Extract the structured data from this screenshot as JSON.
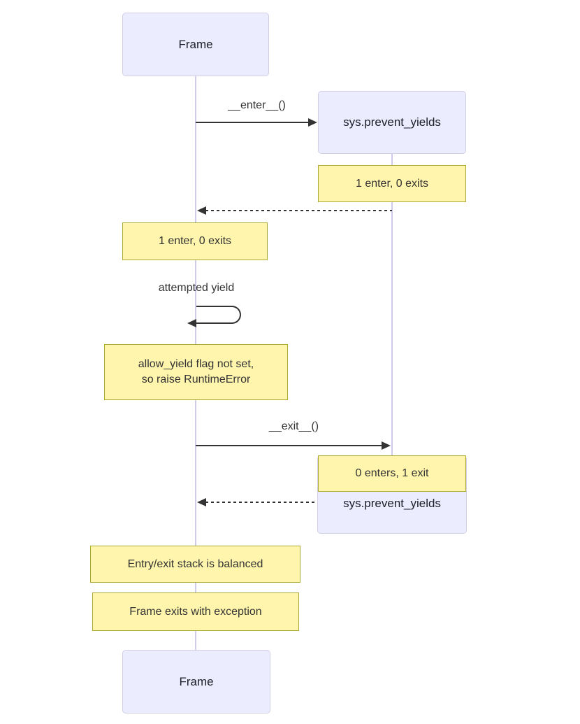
{
  "diagram_type": "sequence-diagram",
  "actors": {
    "frame_top": "Frame",
    "sys_top": "sys.prevent_yields",
    "sys_bottom": "sys.prevent_yields",
    "frame_bottom": "Frame"
  },
  "messages": {
    "enter": "__enter__()",
    "self_loop": "attempted yield",
    "exit": "__exit__()"
  },
  "notes": {
    "sys_enter": "1 enter, 0 exits",
    "frame_enter": "1 enter, 0 exits",
    "runtime_error": "allow_yield flag not set,\nso raise RuntimeError",
    "sys_exit": "0 enters, 1 exit",
    "balanced": "Entry/exit stack is balanced",
    "frame_exception": "Frame exits with exception"
  },
  "colors": {
    "actor_fill": "#ececff",
    "actor_border": "#d2cfe4",
    "lifeline": "#cfcbec",
    "note_fill": "#fff5ad",
    "note_border": "#aaaa33",
    "arrow": "#333333",
    "text": "#333333"
  }
}
